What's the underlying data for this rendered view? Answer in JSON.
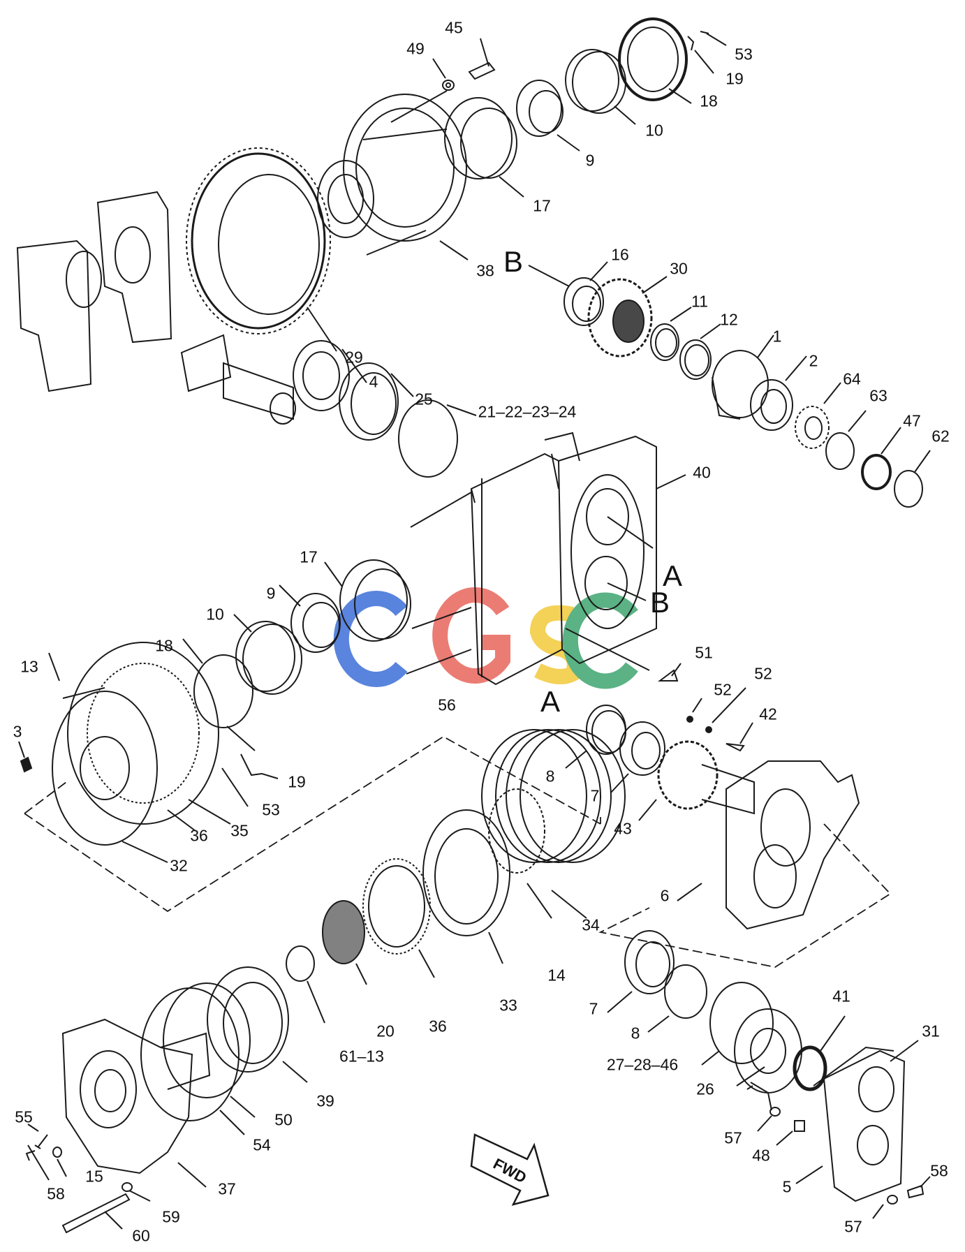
{
  "diagram": {
    "watermark": "CGSC",
    "direction_label": "FWD",
    "callouts": {
      "A": "A",
      "B": "B"
    },
    "labels": {
      "n45": "45",
      "n49": "49",
      "n53a": "53",
      "n19a": "19",
      "n18a": "18",
      "n10a": "10",
      "n9a": "9",
      "n17a": "17",
      "n38": "38",
      "n29": "29",
      "n16": "16",
      "n30": "30",
      "n11": "11",
      "n12": "12",
      "n1": "1",
      "n2": "2",
      "n64": "64",
      "n63": "63",
      "n47": "47",
      "n62": "62",
      "n4": "4",
      "n25": "25",
      "n21_24": "21–22–23–24",
      "n40": "40",
      "n17b": "17",
      "n9b": "9",
      "n10b": "10",
      "n18b": "18",
      "n13a": "13",
      "n3": "3",
      "n51": "51",
      "n52a": "52",
      "n52b": "52",
      "n42": "42",
      "n56": "56",
      "n8a": "8",
      "n7a": "7",
      "n43": "43",
      "n19b": "19",
      "n53b": "53",
      "n35": "35",
      "n36a": "36",
      "n32": "32",
      "n6": "6",
      "n34": "34",
      "n14": "14",
      "n33": "33",
      "n36b": "36",
      "n20": "20",
      "n61_13": "61–13",
      "n39": "39",
      "n50": "50",
      "n54": "54",
      "n7b": "7",
      "n8b": "8",
      "n27_28_46": "27–28–46",
      "n26": "26",
      "n41": "41",
      "n31": "31",
      "n57a": "57",
      "n48": "48",
      "n5": "5",
      "n57b": "57",
      "n58a": "58",
      "n55": "55",
      "n15": "15",
      "n58b": "58",
      "n59": "59",
      "n60": "60",
      "n37": "37"
    },
    "colors": {
      "line": "#1a1a1a",
      "wm_blue": "#3d6fd8",
      "wm_red": "#e8665c",
      "wm_yellow": "#f3c93a",
      "wm_green": "#3fa56f"
    }
  }
}
